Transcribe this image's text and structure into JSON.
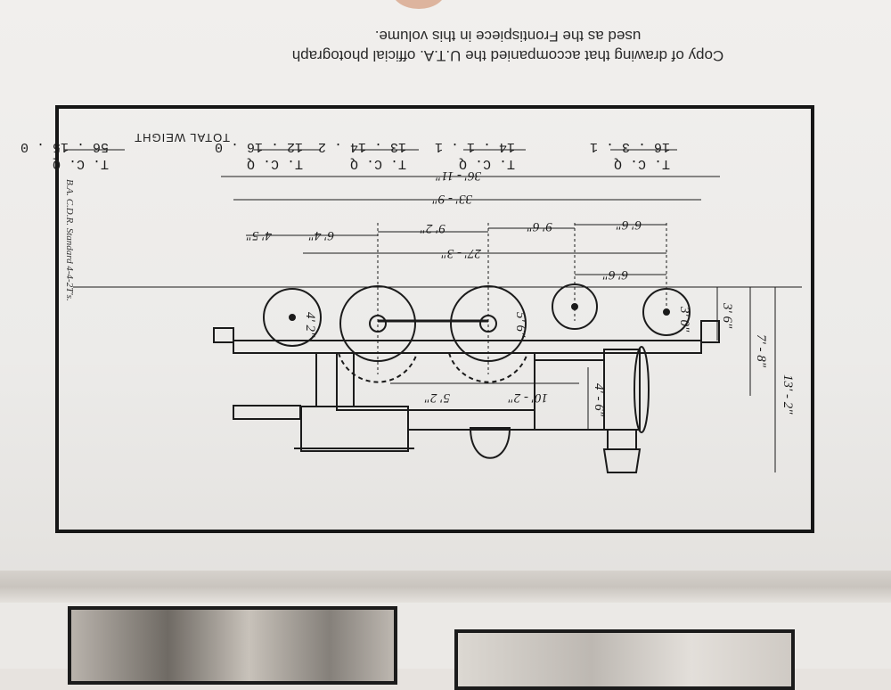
{
  "caption": {
    "line1": "Copy of drawing that accompanied the U.T.A. official photograph",
    "line2": "used as the Frontispiece in this volume."
  },
  "running_head": "B.A. C.D.R. Standard 4-4-2T's.",
  "drawing": {
    "dims_horizontal": [
      "36' - 11\"",
      "33' - 9\"",
      "27' - 3\"",
      "9' 6\"",
      "9' 2\"",
      "6' 4\"",
      "4' 5\"",
      "6' 6\"",
      "6' 6\""
    ],
    "dims_vertical": [
      "13' - 2\"",
      "7' - 8\"",
      "3' 6\"",
      "4' - 6\""
    ],
    "dims_frame": [
      "10' - 2\"",
      "5' 2\""
    ],
    "wheel_labels": [
      "3' 0\"",
      "5' 6\"",
      "4' 2\""
    ],
    "weights": [
      {
        "label": "T. C. Q",
        "value": "16 . 3 . 1"
      },
      {
        "label": "T. C. Q",
        "value": "14 . 1 . 1"
      },
      {
        "label": "T. C. Q",
        "value": "13 . 14 . 2"
      },
      {
        "label": "T. C. Q",
        "value": "12 . 16 . 0"
      }
    ],
    "total": {
      "label": "TOTAL WEIGHT",
      "units": "T. C. Q",
      "value": "56 . 15 . 0"
    }
  }
}
